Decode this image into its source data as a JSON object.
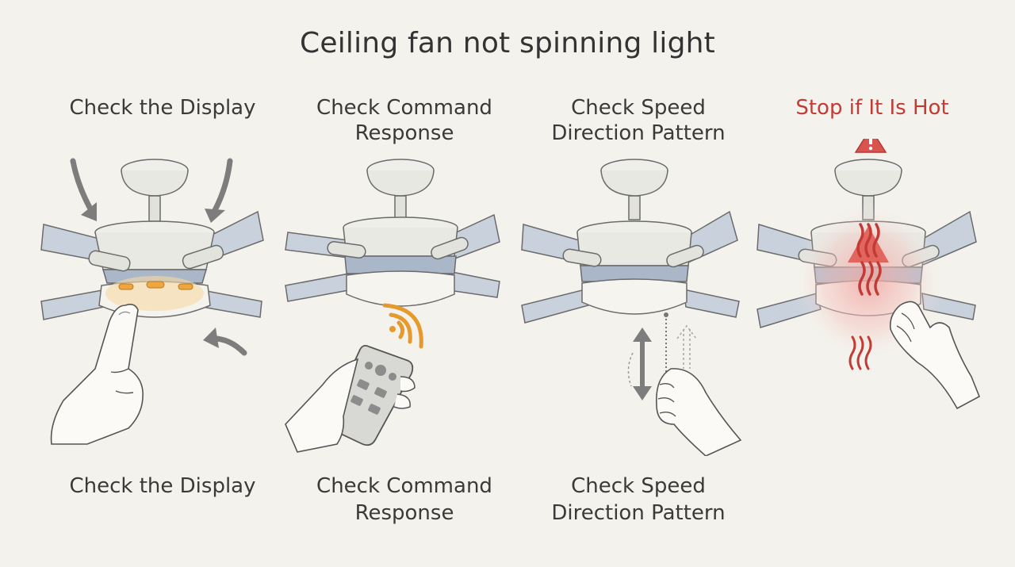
{
  "page": {
    "title": "Ceiling fan not spinning light"
  },
  "panels": [
    {
      "title": "Check the Display",
      "caption": "Check the Display",
      "accent": "#f0a640"
    },
    {
      "title": "Check Command\nResponse",
      "caption": "Check Command\nResponse",
      "accent": "#e69a2e"
    },
    {
      "title": "Check Speed\nDirection Pattern",
      "caption": "Check Speed\nDirection Pattern",
      "accent": "#8a8a8a"
    },
    {
      "title": "Stop if It Is Hot",
      "caption": "",
      "accent": "#c23b35"
    }
  ],
  "icons": {
    "panel1": [
      "ceiling-fan-icon",
      "pointing-hand-icon",
      "arrow-icon"
    ],
    "panel2": [
      "ceiling-fan-icon",
      "remote-control-icon",
      "signal-waves-icon"
    ],
    "panel3": [
      "ceiling-fan-icon",
      "pull-chain-icon",
      "up-down-arrow-icon"
    ],
    "panel4": [
      "ceiling-fan-icon",
      "warning-triangle-icon",
      "heat-icon",
      "hand-icon"
    ]
  }
}
